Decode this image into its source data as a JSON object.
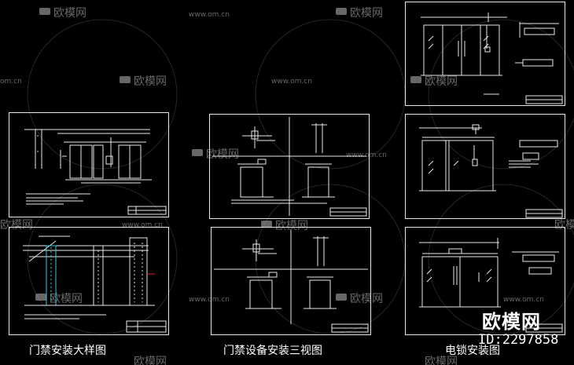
{
  "captions": {
    "left": "门禁安装大样图",
    "center": "门禁设备安装三视图",
    "right": "电锁安装图"
  },
  "watermark": {
    "brand": "欧模网",
    "site": "www.om.cn",
    "site_short": "om.cn",
    "id": "ID:2297858"
  },
  "colors": {
    "background": "#000000",
    "line": "#e8e8e8",
    "cyan": "#3cc8e0",
    "red": "#e02020",
    "watermark": "#9a9a9a"
  },
  "icons": [
    "watermark-logo-icon"
  ]
}
